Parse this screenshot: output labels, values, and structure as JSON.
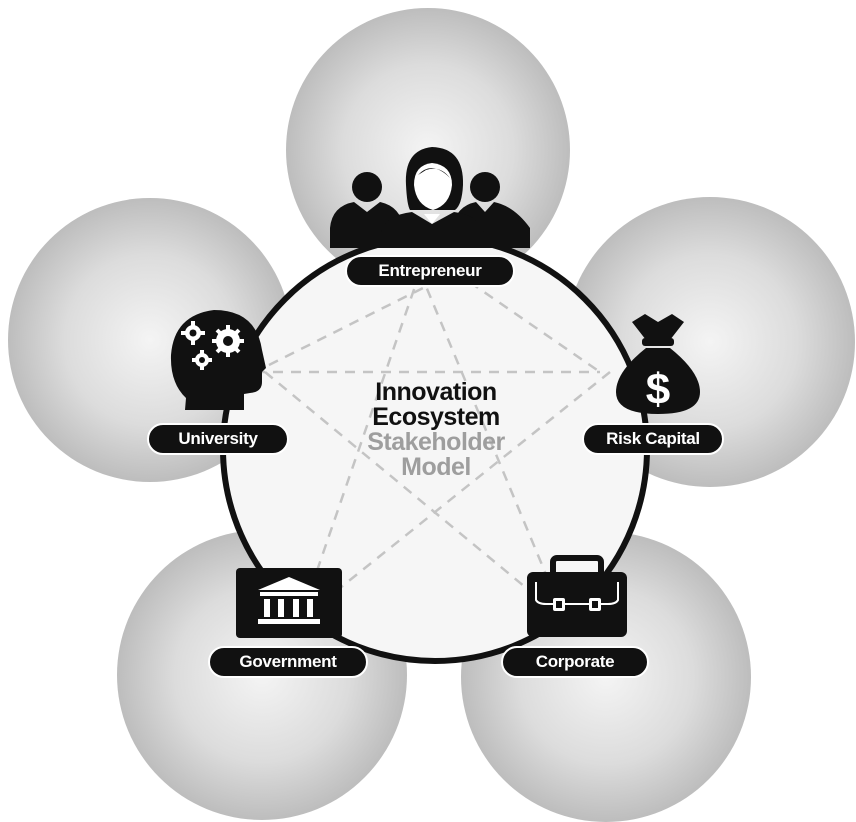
{
  "center": {
    "title_line1": "Innovation",
    "title_line2": "Ecosystem",
    "subtitle_line1": "Stakeholder",
    "subtitle_line2": "Model"
  },
  "stakeholders": [
    {
      "label": "Entrepreneur",
      "icon": "people-group-icon"
    },
    {
      "label": "Risk Capital",
      "icon": "money-bag-icon"
    },
    {
      "label": "Corporate",
      "icon": "briefcase-icon"
    },
    {
      "label": "Government",
      "icon": "government-building-icon"
    },
    {
      "label": "University",
      "icon": "head-gears-icon"
    }
  ],
  "colors": {
    "bubble_light": "#f4f4f4",
    "bubble_dark": "#bdbdbd",
    "center_fill": "#f6f6f6",
    "ring": "#111111",
    "dashes": "#c4c4c4",
    "label_bg": "#111111",
    "label_text": "#ffffff",
    "subtitle": "#9e9e9e"
  }
}
